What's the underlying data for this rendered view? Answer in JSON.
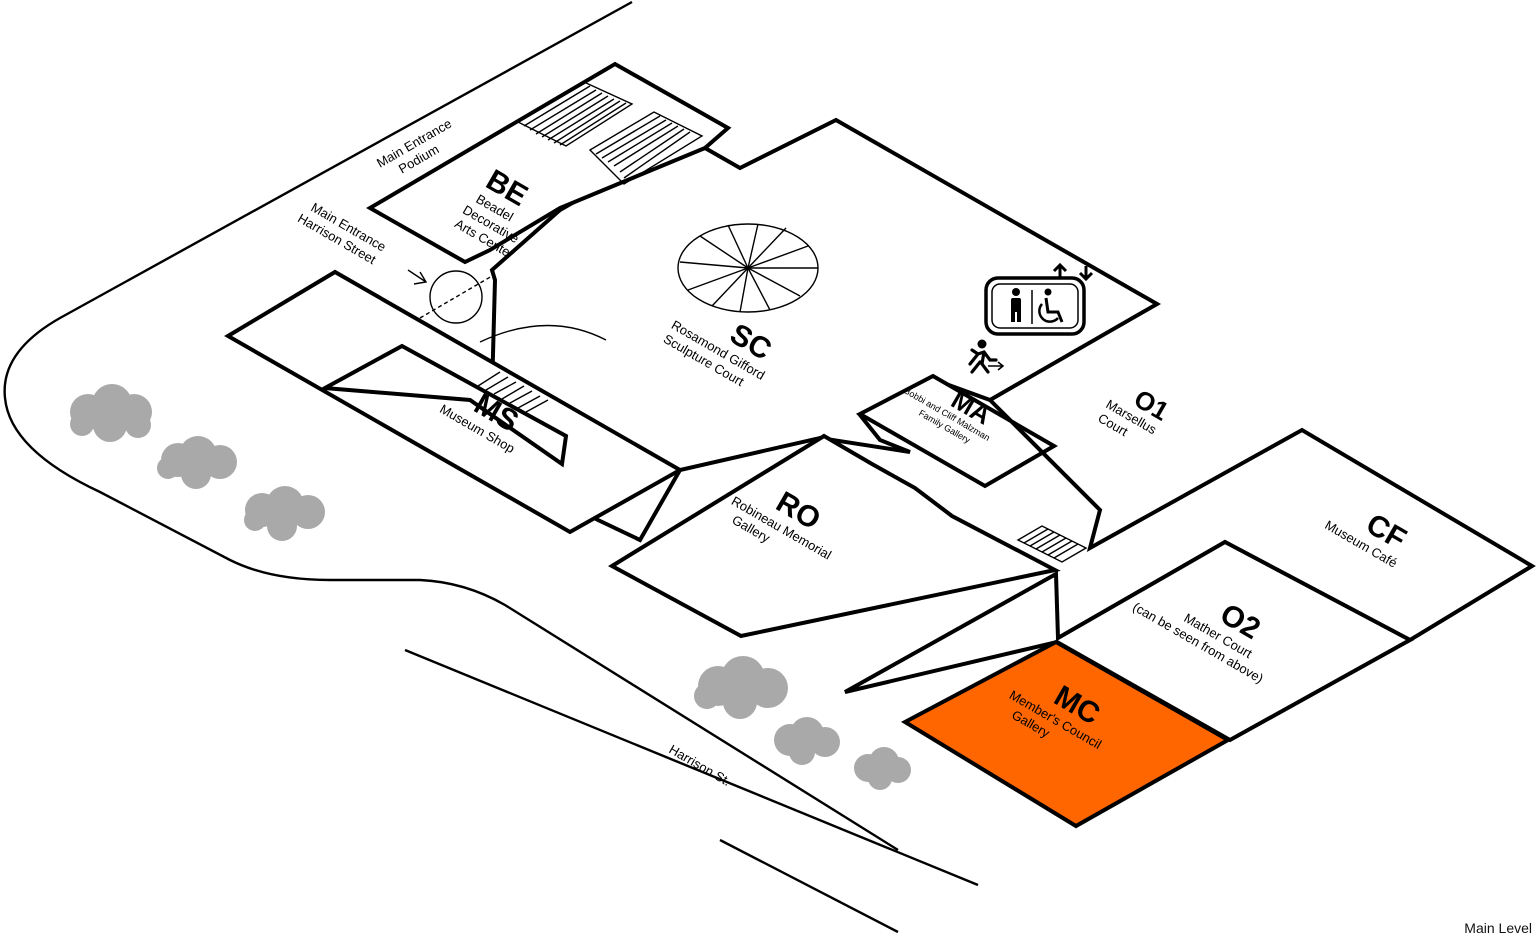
{
  "level": "Main Level",
  "street": "Harrison St.",
  "accent_color": "#ff6600",
  "entrances": [
    {
      "line1": "Main Entrance",
      "line2": "Podium"
    },
    {
      "line1": "Main Entrance",
      "line2": "Harrison Street"
    }
  ],
  "rooms": [
    {
      "code": "BE",
      "lines": [
        "Beadel",
        "Decorative",
        "Arts Center"
      ]
    },
    {
      "code": "SC",
      "lines": [
        "Rosamond Gifford",
        "Sculpture Court"
      ]
    },
    {
      "code": "MS",
      "lines": [
        "Museum Shop"
      ]
    },
    {
      "code": "MA",
      "lines": [
        "Bobbi and Cliff Malzman",
        "Family Gallery"
      ]
    },
    {
      "code": "O1",
      "lines": [
        "Marsellus",
        "Court"
      ]
    },
    {
      "code": "RO",
      "lines": [
        "Robineau Memorial",
        "Gallery"
      ]
    },
    {
      "code": "CF",
      "lines": [
        "Museum Café"
      ]
    },
    {
      "code": "O2",
      "lines": [
        "Mather Court",
        "(can be seen from above)"
      ]
    },
    {
      "code": "MC",
      "lines": [
        "Member's Council",
        "Gallery"
      ],
      "highlighted": true
    }
  ],
  "icons": [
    "restroom-icon",
    "wheelchair-icon",
    "elevator-arrows-icon",
    "emergency-exit-icon",
    "spiral-staircase-icon",
    "tree-icon"
  ]
}
